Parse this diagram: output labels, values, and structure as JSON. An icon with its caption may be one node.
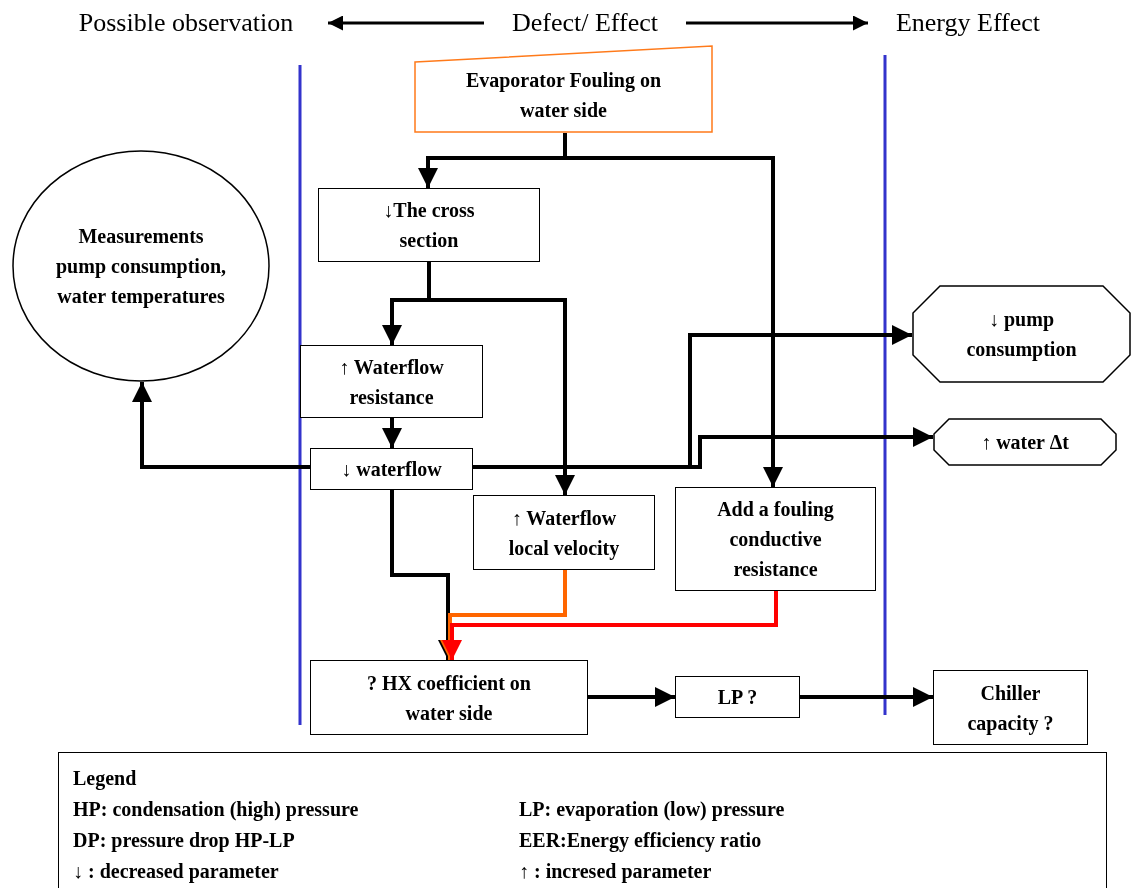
{
  "diagram": {
    "nodes": [
      {
        "text": [
          "Possible observation"
        ]
      },
      {
        "text": [
          "Defect/ Effect"
        ]
      },
      {
        "text": [
          "Energy Effect"
        ]
      },
      {
        "text": [
          "Evaporator Fouling on water side"
        ]
      },
      {
        "text": [
          "Measurements pump consumption, water temperatures"
        ]
      },
      {
        "text": [
          "↓The cross section"
        ]
      },
      {
        "text": [
          "↓ pump consumption"
        ]
      },
      {
        "text": [
          "↑ Waterflow resistance"
        ]
      },
      {
        "text": [
          "↑ water Δt"
        ]
      },
      {
        "text": [
          "↓ waterflow"
        ]
      },
      {
        "text": [
          "Add a fouling conductive resistance"
        ]
      },
      {
        "text": [
          "↑ Waterflow local velocity"
        ]
      },
      {
        "text": [
          "? HX coefficient on water side"
        ]
      },
      {
        "text": [
          "LP ?"
        ]
      },
      {
        "text": [
          "Chiller capacity ?"
        ]
      }
    ],
    "edges": [
      {
        "from": 1,
        "to": 0,
        "arrow": "to"
      },
      {
        "from": 1,
        "to": 2,
        "arrow": "to"
      },
      {
        "from": 3,
        "to": 5,
        "arrow": "to"
      },
      {
        "from": 3,
        "to": 10,
        "arrow": "to"
      },
      {
        "from": 5,
        "to": 7,
        "arrow": "to"
      },
      {
        "from": 5,
        "to": 11,
        "arrow": "to"
      },
      {
        "from": 7,
        "to": 9,
        "arrow": "to"
      },
      {
        "from": 9,
        "to": 4,
        "arrow": "to"
      },
      {
        "from": 9,
        "to": 6,
        "arrow": "to"
      },
      {
        "from": 9,
        "to": 8,
        "arrow": "to"
      },
      {
        "from": 9,
        "to": 12,
        "arrow": "to"
      },
      {
        "from": 11,
        "to": 12,
        "arrow": "to",
        "color": "#ff6600"
      },
      {
        "from": 10,
        "to": 12,
        "arrow": "to",
        "color": "#ff0000"
      },
      {
        "from": 12,
        "to": 13,
        "arrow": "to"
      },
      {
        "from": 13,
        "to": 14,
        "arrow": "to"
      }
    ],
    "labels": [
      "Legend"
    ],
    "legend": [
      {
        "text": "HP: condensation (high) pressure"
      },
      {
        "text": "LP: evaporation (low) pressure"
      },
      {
        "text": "DP: pressure drop HP-LP"
      },
      {
        "text": "EER:Energy efficiency ratio"
      },
      {
        "text": "↓ : decreased parameter"
      },
      {
        "text": "↑ : incresed parameter"
      }
    ]
  }
}
